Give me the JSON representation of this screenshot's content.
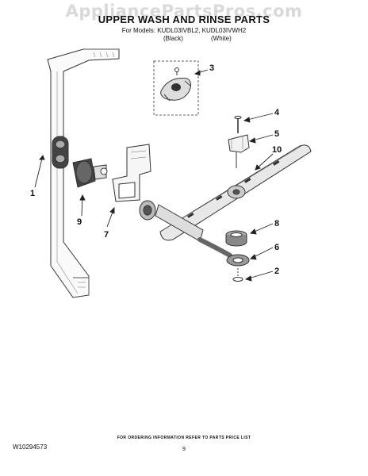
{
  "watermark": "AppliancePartsPros.com",
  "title": "UPPER WASH AND RINSE PARTS",
  "models_line": "For Models: KUDL03IVBL2, KUDL03IVWH2",
  "color_labels": [
    "(Black)",
    "(White)"
  ],
  "callouts": [
    "1",
    "2",
    "3",
    "4",
    "5",
    "6",
    "7",
    "8",
    "9",
    "10"
  ],
  "footer": {
    "ordering_note": "FOR ORDERING INFORMATION REFER TO PARTS PRICE LIST",
    "doc_number": "W10294573",
    "page_number": "9"
  }
}
